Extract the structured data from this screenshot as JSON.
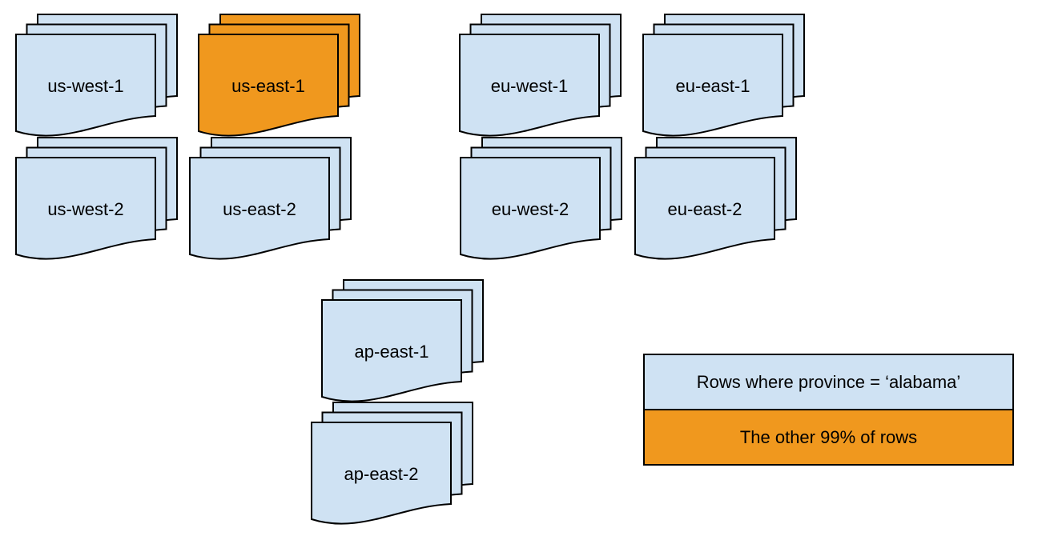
{
  "title": "Rows distribution across regions diagram",
  "colors": {
    "sheet_blue": "#CFE2F3",
    "sheet_orange": "#F0981E",
    "stroke": "#000000",
    "text": "#000000",
    "background": "#FFFFFF"
  },
  "stacks": [
    {
      "label": "us-west-1",
      "highlighted": false
    },
    {
      "label": "us-east-1",
      "highlighted": true
    },
    {
      "label": "eu-west-1",
      "highlighted": false
    },
    {
      "label": "eu-east-1",
      "highlighted": false
    },
    {
      "label": "us-west-2",
      "highlighted": false
    },
    {
      "label": "us-east-2",
      "highlighted": false
    },
    {
      "label": "eu-west-2",
      "highlighted": false
    },
    {
      "label": "eu-east-2",
      "highlighted": false
    },
    {
      "label": "ap-east-1",
      "highlighted": false
    },
    {
      "label": "ap-east-2",
      "highlighted": false
    }
  ],
  "legend": {
    "rows": [
      {
        "label": "Rows where province = ‘alabama’",
        "color": "#CFE2F3"
      },
      {
        "label": "The other 99% of rows",
        "color": "#F0981E"
      }
    ]
  }
}
